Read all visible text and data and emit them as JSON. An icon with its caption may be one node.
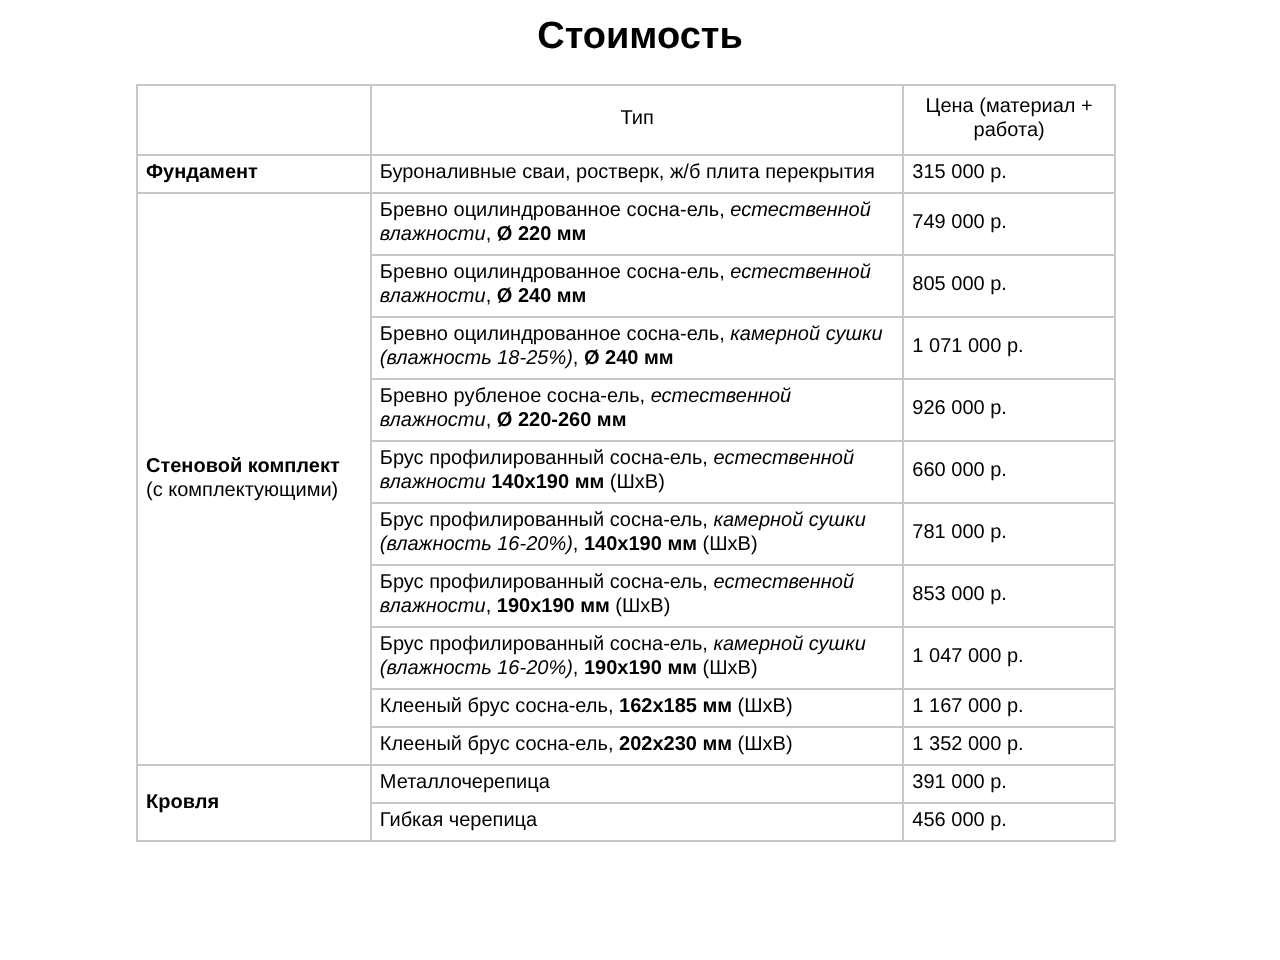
{
  "diagram": {
    "title": "Стоимость",
    "labels": [
      "Тип",
      "Цена (материал + работа)",
      "Фундамент",
      "Буроналивные сваи, ростверк, ж/б плита перекрытия",
      "315 000 р.",
      "**Стеновой комплект** (с комплектующими)",
      "Бревно оцилиндрованное сосна-ель, *естественной влажности*, **Ø 220 мм**",
      "749 000 р.",
      "Бревно оцилиндрованное сосна-ель, *естественной влажности*, **Ø 240 мм**",
      "805 000 р.",
      "Бревно оцилиндрованное сосна-ель, *камерной сушки (влажность 18-25%)*, **Ø 240 мм**",
      "1 071 000 р.",
      "Бревно рубленое сосна-ель, *естественной влажности*, **Ø 220-260 мм**",
      "926 000 р.",
      "Брус профилированный сосна-ель, *естественной влажности* **140x190 мм** (ШхВ)",
      "660 000 р.",
      "Брус профилированный сосна-ель, *камерной сушки (влажность 16-20%)*, **140x190 мм** (ШхВ)",
      "781 000 р.",
      "Брус профилированный сосна-ель, *естественной влажности*, **190x190 мм** (ШхВ)",
      "853 000 р.",
      "Брус профилированный сосна-ель, *камерной сушки (влажность 16-20%)*, **190x190 мм** (ШхВ)",
      "1 047 000 р.",
      "Клееный брус сосна-ель, **162x185 мм** (ШхВ)",
      "1 167 000 р.",
      "Клееный брус сосна-ель, **202x230 мм** (ШхВ)",
      "1 352 000 р.",
      "Кровля",
      "Металлочерепица",
      "391 000 р.",
      "Гибкая черепица",
      "456 000 р."
    ]
  }
}
